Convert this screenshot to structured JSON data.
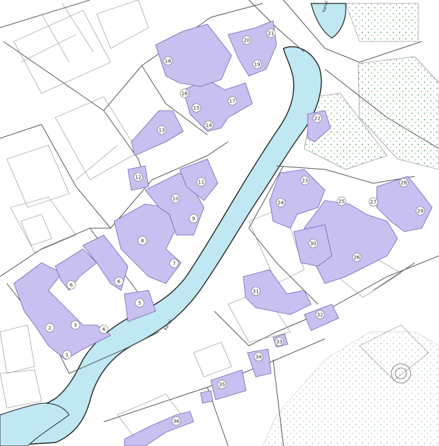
{
  "map": {
    "colors": {
      "background": "#ffffff",
      "water": "#bfe8f2",
      "building": "#c8c0f0",
      "building_stroke": "#6f63b5",
      "street_line": "#555555",
      "block_line": "#777777",
      "park_dot": "#5f9a5f",
      "marker_fill": "#ffffff",
      "marker_stroke": "#666666"
    },
    "canal_label": "Kanal",
    "water_label": "Kanal",
    "markers": [
      "1",
      "2",
      "3",
      "4",
      "5",
      "6",
      "6",
      "7",
      "8",
      "9",
      "10",
      "11",
      "12",
      "13",
      "14",
      "15",
      "16",
      "17",
      "18",
      "19",
      "20",
      "21",
      "22",
      "23",
      "24",
      "25",
      "26",
      "27",
      "28",
      "29",
      "30",
      "31",
      "32",
      "33",
      "34",
      "35",
      "36"
    ]
  }
}
